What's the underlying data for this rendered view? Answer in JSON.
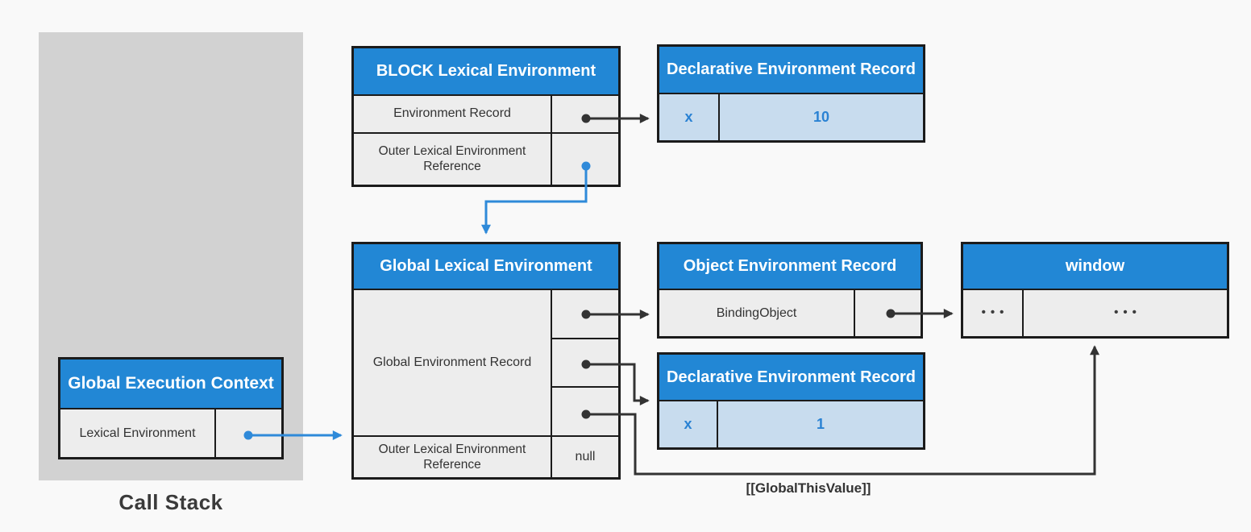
{
  "colors": {
    "background": "#f9f9f9",
    "callstack_bg": "#d2d2d2",
    "header_blue": "#2287d5",
    "row_gray": "#ededed",
    "row_lightblue": "#c8dcee",
    "border": "#1b1b1b",
    "arrow_black": "#333333",
    "arrow_blue": "#2f8ad9",
    "value_blue": "#2a82d3",
    "text_dark": "#333333",
    "text_white": "#ffffff"
  },
  "call_stack": {
    "label": "Call Stack",
    "context": {
      "title": "Global Execution Context",
      "row_label": "Lexical Environment"
    }
  },
  "block_env": {
    "title": "BLOCK Lexical Environment",
    "rows": [
      "Environment Record",
      "Outer Lexical Environment Reference"
    ]
  },
  "declarative_top": {
    "title": "Declarative Environment Record",
    "key": "x",
    "value": "10"
  },
  "global_env": {
    "title": "Global Lexical Environment",
    "record_label": "Global Environment Record",
    "outer_label": "Outer Lexical Environment Reference",
    "outer_value": "null"
  },
  "object_env": {
    "title": "Object Environment Record",
    "row_label": "BindingObject"
  },
  "window_obj": {
    "title": "window",
    "cell1": "•••",
    "cell2": "•••"
  },
  "declarative_bottom": {
    "title": "Declarative Environment Record",
    "key": "x",
    "value": "1"
  },
  "annotations": {
    "global_this": "[[GlobalThisValue]]"
  }
}
